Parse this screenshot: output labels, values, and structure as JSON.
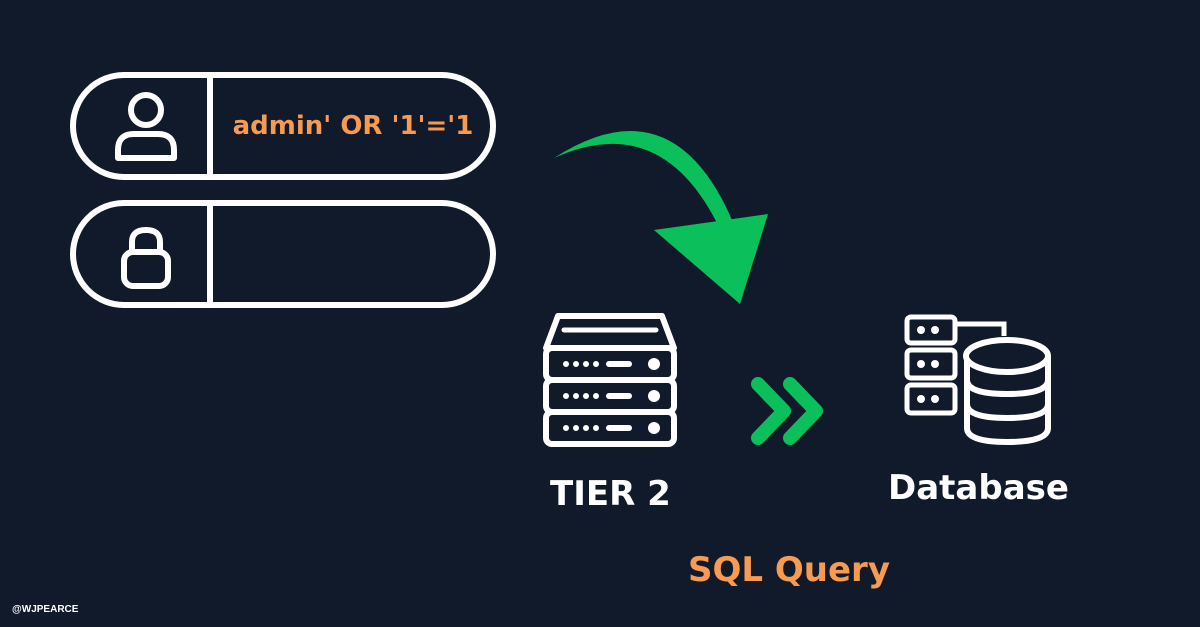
{
  "login_form": {
    "username_value": "admin' OR '1'='1",
    "password_value": "",
    "username_icon": "user-icon",
    "password_icon": "lock-icon"
  },
  "diagram": {
    "server_label": "TIER 2",
    "database_label": "Database",
    "flow_label": "SQL Query",
    "arrow_icon": "curved-arrow-icon",
    "forward_icon": "double-chevron-right-icon"
  },
  "footer": {
    "credit": "@WJPEARCE"
  },
  "colors": {
    "background": "#111a2a",
    "accent_green": "#0bbf5a",
    "accent_orange": "#f79a52",
    "foreground": "#ffffff"
  }
}
